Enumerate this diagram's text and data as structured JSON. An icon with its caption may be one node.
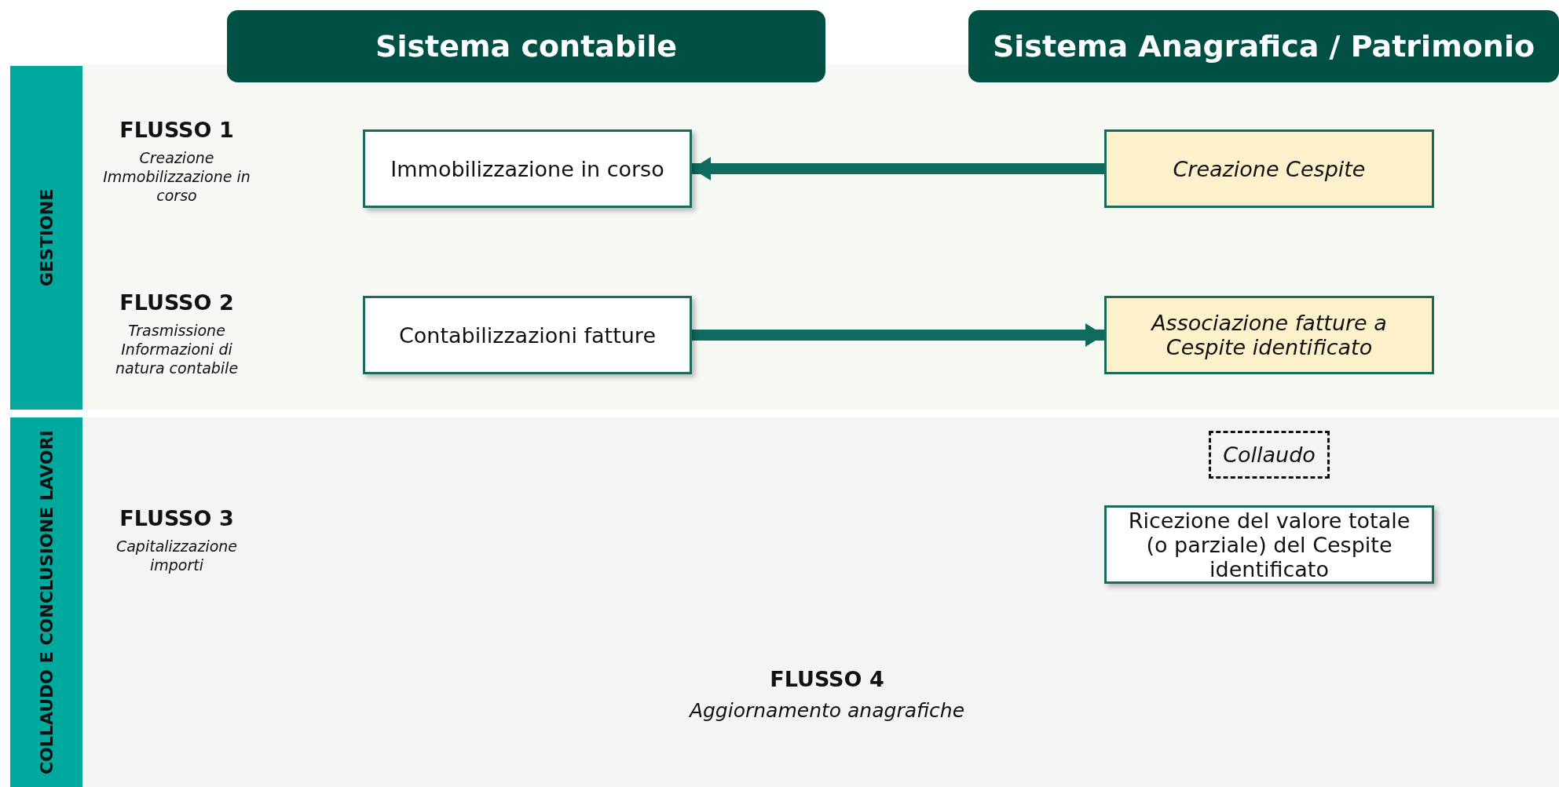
{
  "diagram": {
    "nodes": [
      {
        "text": [
          "Sistema contabile"
        ]
      },
      {
        "text": [
          "Sistema Anagrafica / Patrimonio"
        ]
      },
      {
        "text": [
          "GESTIONE"
        ]
      },
      {
        "text": [
          "Immobilizzazione in corso"
        ]
      },
      {
        "text": [
          "Creazione Cespite"
        ]
      },
      {
        "text": [
          "Contabilizzazioni fatture"
        ]
      },
      {
        "text": [
          "Associazione fatture a Cespite identificato"
        ]
      },
      {
        "text": [
          "COLLAUDO E CONCLUSIONE LAVORI"
        ]
      },
      {
        "text": [
          "Collaudo"
        ]
      },
      {
        "text": [
          "Ricezione del valore totale (o parziale) del Cespite identificato"
        ]
      }
    ],
    "edges": [
      {
        "from": 4,
        "to": 3,
        "arrow": "to"
      },
      {
        "from": 5,
        "to": 6,
        "arrow": "to"
      }
    ],
    "labels": [
      "FLUSSO 1",
      "Creazione Immobilizzazione in corso",
      "FLUSSO 2",
      "Trasmissione Informazioni di natura contabile",
      "FLUSSO 3",
      "Capitalizzazione importi",
      "FLUSSO 4",
      "Aggiornamento anagrafiche"
    ]
  }
}
